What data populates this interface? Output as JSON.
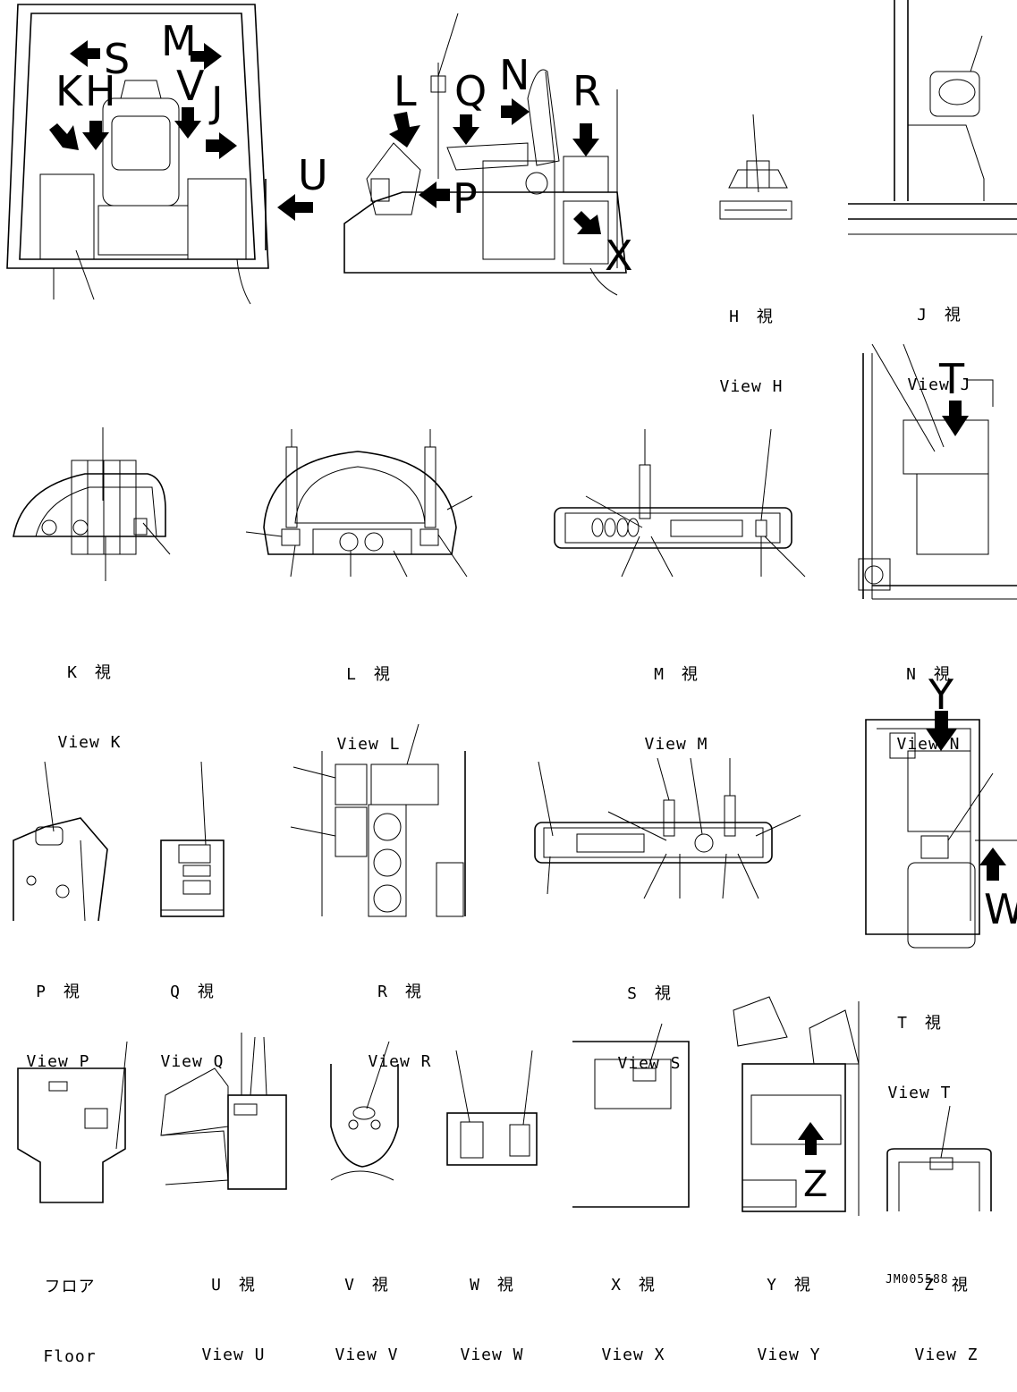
{
  "views": [
    {
      "id": "H",
      "jp": "H　視",
      "en": "View H"
    },
    {
      "id": "J",
      "jp": "J　視",
      "en": "View J"
    },
    {
      "id": "K",
      "jp": "K　視",
      "en": "View K"
    },
    {
      "id": "L",
      "jp": "L　視",
      "en": "View L"
    },
    {
      "id": "M",
      "jp": "M　視",
      "en": "View M"
    },
    {
      "id": "N",
      "jp": "N　視",
      "en": "View N"
    },
    {
      "id": "P",
      "jp": "P　視",
      "en": "View P"
    },
    {
      "id": "Q",
      "jp": "Q　視",
      "en": "View Q"
    },
    {
      "id": "R",
      "jp": "R　視",
      "en": "View R"
    },
    {
      "id": "S",
      "jp": "S　視",
      "en": "View S"
    },
    {
      "id": "T",
      "jp": "T　視",
      "en": "View T"
    },
    {
      "id": "Floor",
      "jp": "フロア",
      "en": "Floor"
    },
    {
      "id": "U",
      "jp": "U　視",
      "en": "View U"
    },
    {
      "id": "V",
      "jp": "V　視",
      "en": "View V"
    },
    {
      "id": "W",
      "jp": "W　視",
      "en": "View W"
    },
    {
      "id": "X",
      "jp": "X　視",
      "en": "View X"
    },
    {
      "id": "Y",
      "jp": "Y　視",
      "en": "View Y"
    },
    {
      "id": "Z",
      "jp": "Z　視",
      "en": "View Z"
    }
  ],
  "markers": {
    "S": "S",
    "M": "M",
    "K": "K",
    "H": "H",
    "V": "V",
    "J": "J",
    "U": "U",
    "L": "L",
    "Q": "Q",
    "N": "N",
    "R": "R",
    "P": "P",
    "X": "X",
    "T": "T",
    "Y": "Y",
    "W": "W",
    "Z": "Z"
  },
  "drawing_code": "JM005588"
}
